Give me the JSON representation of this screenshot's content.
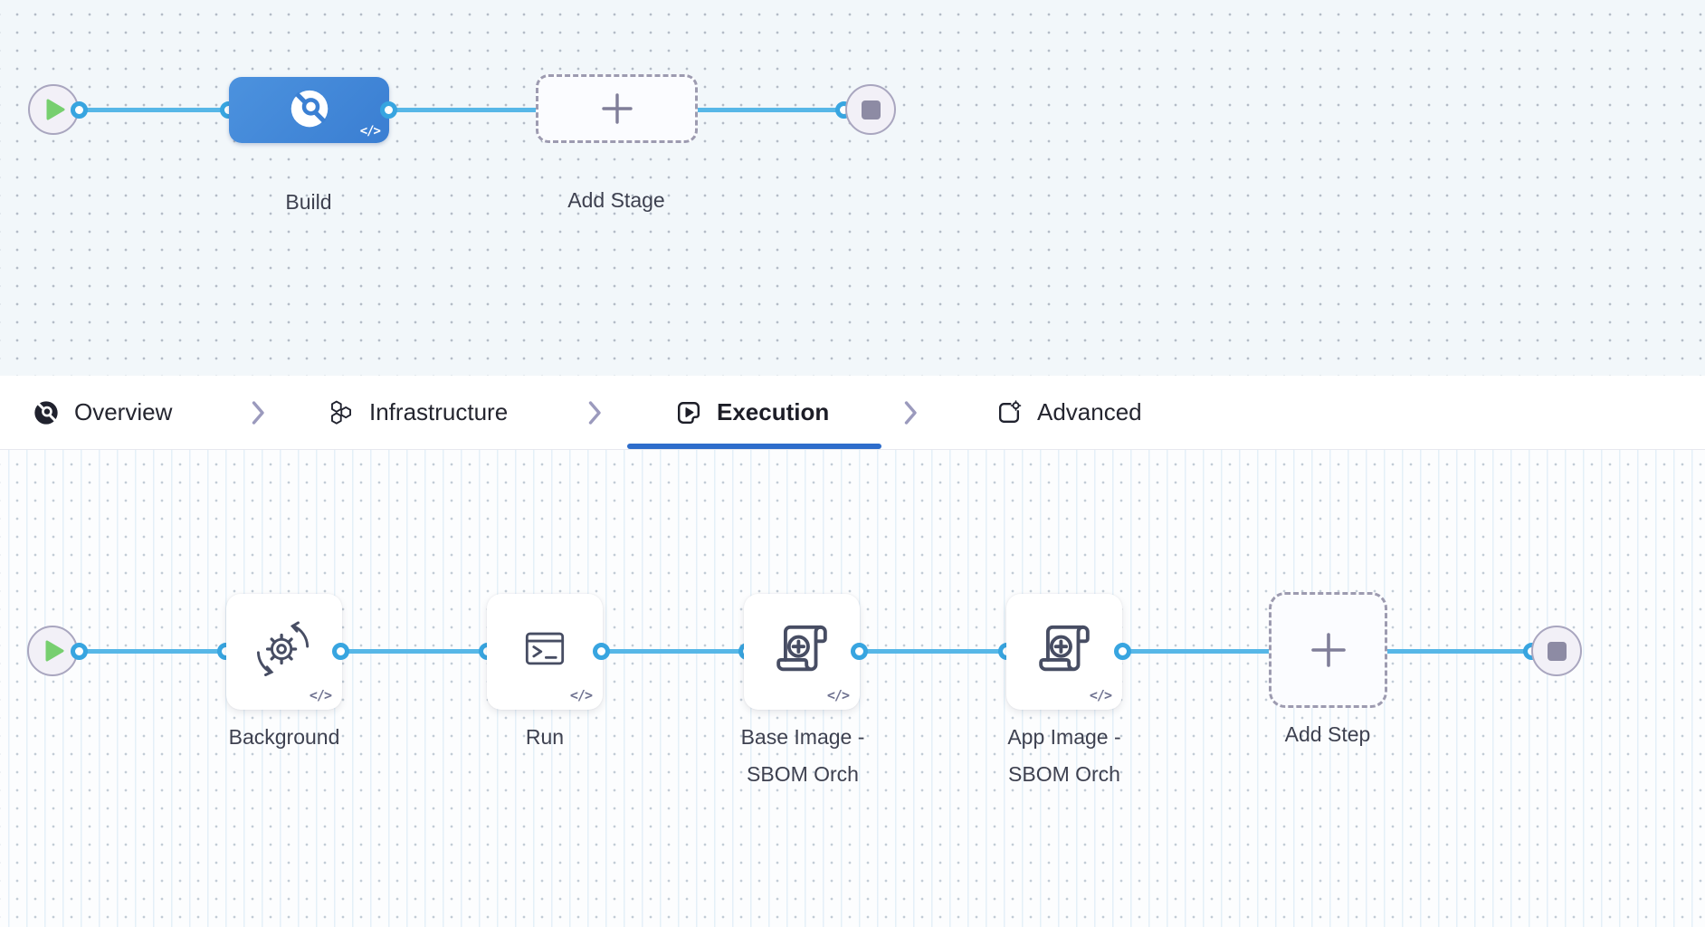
{
  "stage_pipeline": {
    "start_icon": "play-icon",
    "end_icon": "stop-icon",
    "stages": [
      {
        "label": "Build",
        "icon": "build-magnifier-disc-icon",
        "selected": true,
        "code_badge": "</>"
      },
      {
        "label": "Add Stage",
        "icon": "plus-icon",
        "placeholder": true
      }
    ]
  },
  "settings_tabs": {
    "items": [
      {
        "label": "Overview",
        "icon": "overview-disc-icon",
        "active": false
      },
      {
        "label": "Infrastructure",
        "icon": "infrastructure-hexagons-icon",
        "active": false
      },
      {
        "label": "Execution",
        "icon": "execution-play-square-icon",
        "active": true
      },
      {
        "label": "Advanced",
        "icon": "advanced-panel-gear-icon",
        "active": false
      }
    ]
  },
  "step_pipeline": {
    "start_icon": "play-icon",
    "end_icon": "stop-icon",
    "steps": [
      {
        "label": "Background",
        "icon": "background-sync-gear-icon",
        "code_badge": "</>"
      },
      {
        "label": "Run",
        "icon": "run-terminal-icon",
        "code_badge": "</>"
      },
      {
        "label": "Base Image - SBOM Orch",
        "icon": "sbom-scroll-plus-icon",
        "code_badge": "</>"
      },
      {
        "label": "App Image - SBOM Orch",
        "icon": "sbom-scroll-plus-icon",
        "code_badge": "</>"
      },
      {
        "label": "Add Step",
        "icon": "plus-icon",
        "placeholder": true
      }
    ]
  },
  "colors": {
    "selected_stage_blue": "#3f83d6",
    "connector_blue": "#57b7e7",
    "active_tab_underline": "#2e6dcb",
    "start_node_green": "#77cf6f",
    "end_node_gray": "#8d8ba4"
  }
}
